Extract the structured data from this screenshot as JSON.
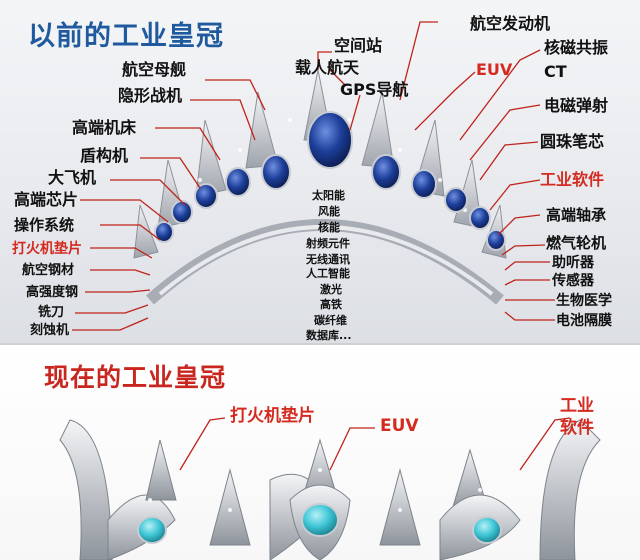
{
  "top_section": {
    "title": "以前的工业皇冠",
    "labels": [
      {
        "id": "label-space-station",
        "text": "空间站",
        "color": "dark"
      },
      {
        "id": "label-aero-engine",
        "text": "航空发动机",
        "color": "dark"
      },
      {
        "id": "label-carrier",
        "text": "航空母舰",
        "color": "dark"
      },
      {
        "id": "label-crewed-space",
        "text": "载人航天",
        "color": "dark"
      },
      {
        "id": "label-euv",
        "text": "EUV",
        "color": "red"
      },
      {
        "id": "label-mri",
        "text": "核磁共振",
        "color": "dark"
      },
      {
        "id": "label-ct",
        "text": "CT",
        "color": "dark"
      },
      {
        "id": "label-stealth-fighter",
        "text": "隐形战机",
        "color": "dark"
      },
      {
        "id": "label-gps",
        "text": "GPS导航",
        "color": "dark"
      },
      {
        "id": "label-railgun",
        "text": "电磁弹射",
        "color": "dark"
      },
      {
        "id": "label-machine-tool",
        "text": "高端机床",
        "color": "dark"
      },
      {
        "id": "label-ballpoint",
        "text": "圆珠笔芯",
        "color": "dark"
      },
      {
        "id": "label-tbm",
        "text": "盾构机",
        "color": "dark"
      },
      {
        "id": "label-big-plane",
        "text": "大飞机",
        "color": "dark"
      },
      {
        "id": "label-industrial-software",
        "text": "工业软件",
        "color": "red"
      },
      {
        "id": "label-chip",
        "text": "高端芯片",
        "color": "dark"
      },
      {
        "id": "label-bearing",
        "text": "高端轴承",
        "color": "dark"
      },
      {
        "id": "label-os",
        "text": "操作系统",
        "color": "dark"
      },
      {
        "id": "label-gas-turbine",
        "text": "燃气轮机",
        "color": "dark"
      },
      {
        "id": "label-lighter-pad",
        "text": "打火机垫片",
        "color": "red"
      },
      {
        "id": "label-hearing-aid",
        "text": "助听器",
        "color": "dark"
      },
      {
        "id": "label-aero-steel",
        "text": "航空钢材",
        "color": "dark"
      },
      {
        "id": "label-sensor",
        "text": "传感器",
        "color": "dark"
      },
      {
        "id": "label-high-strength-steel",
        "text": "高强度钢",
        "color": "dark"
      },
      {
        "id": "label-biomed",
        "text": "生物医学",
        "color": "dark"
      },
      {
        "id": "label-milling-cutter",
        "text": "铣刀",
        "color": "dark"
      },
      {
        "id": "label-battery-separator",
        "text": "电池隔膜",
        "color": "dark"
      },
      {
        "id": "label-etcher",
        "text": "刻蚀机",
        "color": "dark"
      }
    ],
    "center_list": [
      "太阳能",
      "风能",
      "核能",
      "射频元件",
      "无线通讯",
      "人工智能",
      "激光",
      "高铁",
      "碳纤维",
      "数据库..."
    ]
  },
  "bottom_section": {
    "title": "现在的工业皇冠",
    "labels": [
      {
        "id": "bottom-label-lighter-pad",
        "text": "打火机垫片"
      },
      {
        "id": "bottom-label-euv",
        "text": "EUV"
      },
      {
        "id": "bottom-label-software-1",
        "text": "工业"
      },
      {
        "id": "bottom-label-software-2",
        "text": "软件"
      }
    ]
  },
  "colors": {
    "title_blue": "#1f5a9e",
    "title_red": "#c8261e",
    "label_red": "#d42a1f",
    "sapphire": "#1d3f9a",
    "turquoise": "#3fc6d6",
    "silver": "#b8bcc4"
  }
}
